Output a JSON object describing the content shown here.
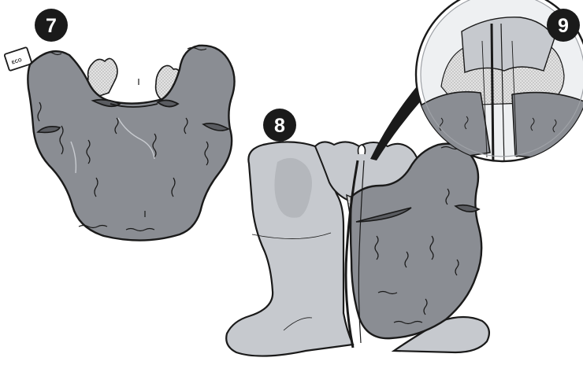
{
  "steps": [
    {
      "number": "7",
      "image": "garment-folded-back-view"
    },
    {
      "number": "8",
      "image": "garment-front-half-closed"
    },
    {
      "number": "9",
      "image": "collar-detail-closeup"
    }
  ],
  "tag_text": "ECO",
  "colors": {
    "garment_dark": "#8a8d93",
    "garment_light": "#c6c9ce",
    "outline": "#1a1a1a",
    "badge": "#1a1a1a",
    "fleece": "#d7d7d7"
  }
}
